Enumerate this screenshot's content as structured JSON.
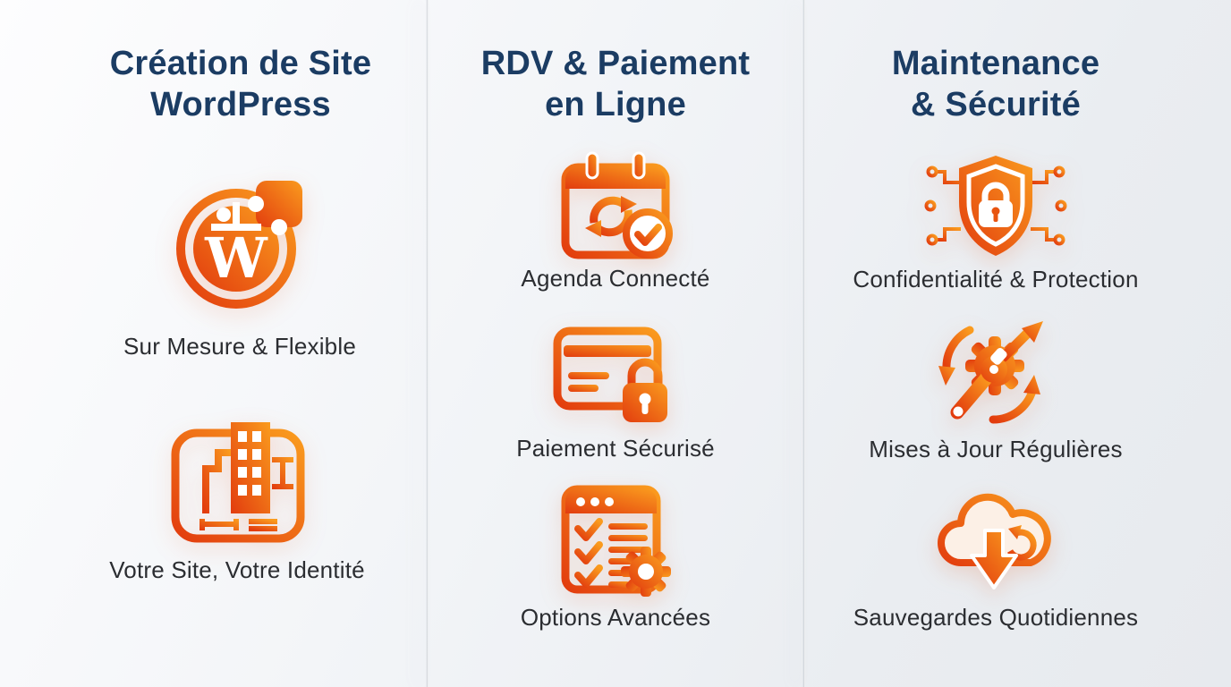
{
  "colors": {
    "heading": "#1b3c63",
    "label_text": "#2b2d31",
    "orange_dark": "#e23c0e",
    "orange_light": "#fa9b1e",
    "background": "#eef1f4"
  },
  "columns": [
    {
      "title": "Création de Site\nWordPress",
      "items": [
        {
          "icon": "wordpress-puzzle-icon",
          "label": "Sur Mesure & Flexible"
        },
        {
          "icon": "building-blueprint-icon",
          "label": "Votre Site, Votre Identité"
        }
      ]
    },
    {
      "title": "RDV & Paiement\nen Ligne",
      "items": [
        {
          "icon": "calendar-sync-check-icon",
          "label": "Agenda Connecté"
        },
        {
          "icon": "credit-card-lock-icon",
          "label": "Paiement Sécurisé"
        },
        {
          "icon": "checklist-gear-icon",
          "label": "Options Avancées"
        }
      ]
    },
    {
      "title": "Maintenance\n& Sécurité",
      "items": [
        {
          "icon": "shield-lock-circuit-icon",
          "label": "Confidentialité & Protection"
        },
        {
          "icon": "gear-wrench-update-icon",
          "label": "Mises à Jour Régulières"
        },
        {
          "icon": "cloud-download-backup-icon",
          "label": "Sauvegardes Quotidiennes"
        }
      ]
    }
  ]
}
